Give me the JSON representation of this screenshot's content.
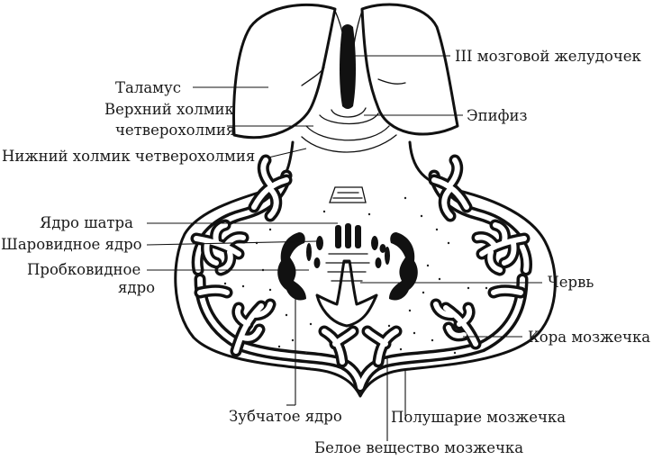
{
  "labels": {
    "third_ventricle": "III мозговой желудочек",
    "thalamus": "Таламус",
    "superior_colliculus_1": "Верхний холмик",
    "superior_colliculus_2": "четверохолмия",
    "pineal": "Эпифиз",
    "inferior_colliculus": "Нижний холмик четверохолмия",
    "fastigial_nucleus": "Ядро шатра",
    "globose_nucleus": "Шаровидное ядро",
    "emboliform_1": "Пробковидное",
    "emboliform_2": "ядро",
    "vermis": "Червь",
    "cerebellar_cortex": "Кора мозжечка",
    "dentate_nucleus": "Зубчатое ядро",
    "hemisphere": "Полушарие мозжечка",
    "white_matter": "Белое вещество мозжечка"
  }
}
